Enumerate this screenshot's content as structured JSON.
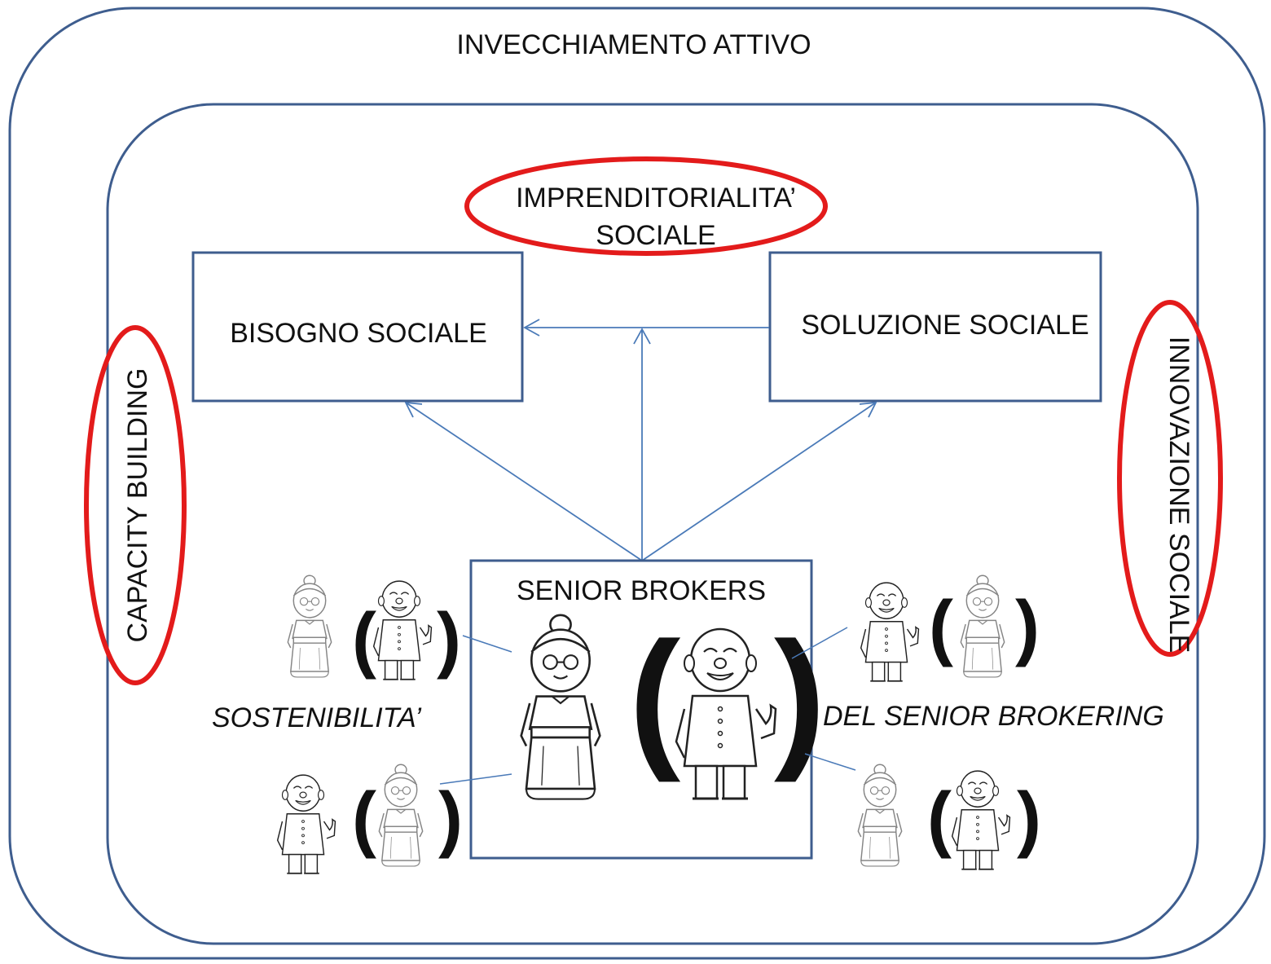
{
  "outer_label": "INVECCHIAMENTO ATTIVO",
  "top_label": {
    "line1": "IMPRENDITORIALITA’",
    "line2": "SOCIALE"
  },
  "left_box": "BISOGNO SOCIALE",
  "right_box": "SOLUZIONE SOCIALE",
  "left_side": "CAPACITY BUILDING",
  "right_side": "INNOVAZIONE SOCIALE",
  "center_box": "SENIOR BROKERS",
  "caption_left": "SOSTENIBILITA’",
  "caption_right": "DEL SENIOR BROKERING",
  "paren_open": "(",
  "paren_close": ")",
  "colors": {
    "frame": "#3e5d8e",
    "arrows": "#4a7ab8",
    "highlight": "#e31b1b"
  },
  "icons": [
    "grandmother-icon",
    "grandfather-icon"
  ]
}
